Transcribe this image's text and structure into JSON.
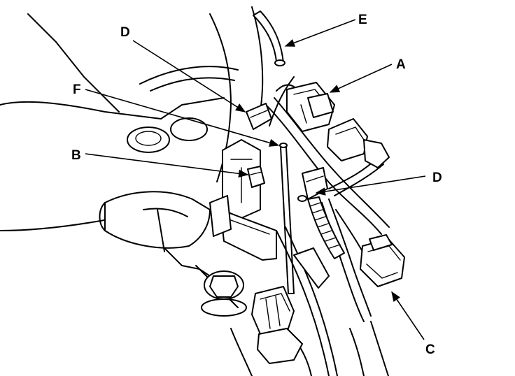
{
  "callouts": [
    {
      "id": "A",
      "label": "A"
    },
    {
      "id": "B",
      "label": "B"
    },
    {
      "id": "C",
      "label": "C"
    },
    {
      "id": "D1",
      "label": "D"
    },
    {
      "id": "D2",
      "label": "D"
    },
    {
      "id": "E",
      "label": "E"
    },
    {
      "id": "F",
      "label": "F"
    }
  ]
}
